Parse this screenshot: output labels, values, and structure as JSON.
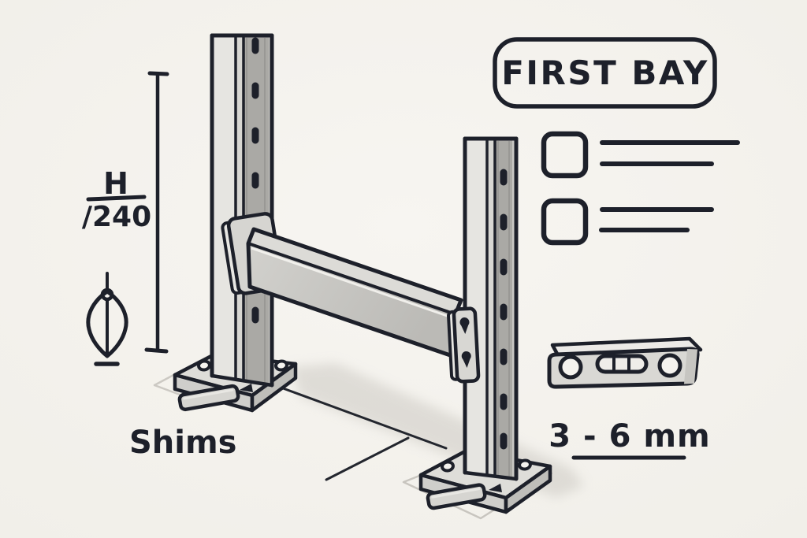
{
  "illustration": {
    "subject": "first-bay-racking-installation",
    "callout": {
      "label": "FIRST BAY"
    },
    "dimension": {
      "numerator": "H",
      "denominator": "/240"
    },
    "labels": {
      "shims": "Shims",
      "gap": "3 - 6 mm"
    },
    "checklist": {
      "items": [
        {
          "checked": false,
          "placeholder_lines": 2
        },
        {
          "checked": false,
          "placeholder_lines": 2
        }
      ]
    },
    "icons": [
      "plumb-bob-icon",
      "spirit-level-icon",
      "checkbox-icon",
      "dimension-line-icon"
    ],
    "colors": {
      "background": "#f5f3ef",
      "ink": "#1d202a",
      "post_front": "#e6e5e1",
      "post_mid": "#d8d7d3",
      "post_perforated": "#aaa9a5",
      "post_edge": "#c9c8c4",
      "beam_top": "#dcdbd7",
      "beam_front": "#c7c6c2",
      "plate_top": "#deddd9",
      "plate_side": "#cfcecb",
      "shim": "#d6d5d1",
      "shadow": "#cdcac4"
    }
  }
}
